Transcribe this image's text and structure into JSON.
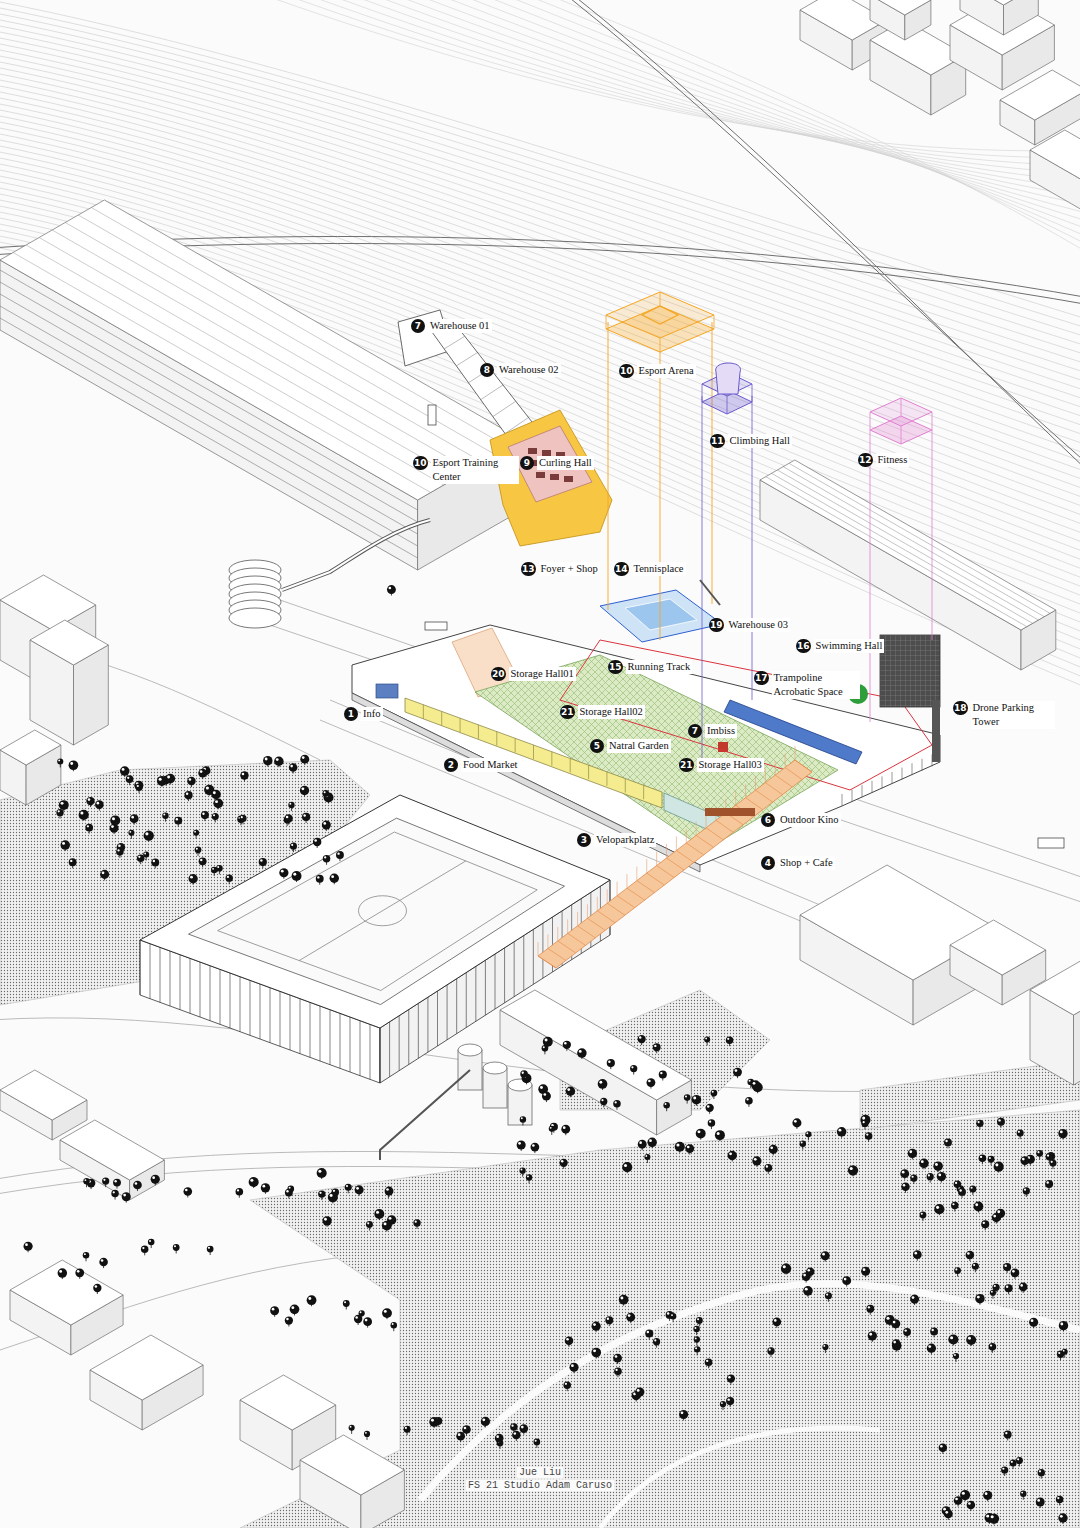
{
  "diagram": {
    "nodes": [
      {
        "text": [
          "7",
          "Warehouse 01"
        ]
      },
      {
        "text": [
          "8",
          "Warehouse 02"
        ]
      },
      {
        "text": [
          "10",
          "Esport Arena"
        ]
      },
      {
        "text": [
          "11",
          "Climbing Hall"
        ]
      },
      {
        "text": [
          "10",
          "Esport Training Center"
        ]
      },
      {
        "text": [
          "9",
          "Curling Hall"
        ]
      },
      {
        "text": [
          "12",
          "Fitness"
        ]
      },
      {
        "text": [
          "13",
          "Foyer + Shop"
        ]
      },
      {
        "text": [
          "14",
          "Tennisplace"
        ]
      },
      {
        "text": [
          "19",
          "Warehouse 03"
        ]
      },
      {
        "text": [
          "16",
          "Swimming Hall"
        ]
      },
      {
        "text": [
          "20",
          "Storage Hall01"
        ]
      },
      {
        "text": [
          "15",
          "Running Track"
        ]
      },
      {
        "text": [
          "17",
          "Trampoline Acrobatic Space"
        ]
      },
      {
        "text": [
          "18",
          "Drone Parking Tower"
        ]
      },
      {
        "text": [
          "1",
          "Info"
        ]
      },
      {
        "text": [
          "21",
          "Storage Hall02"
        ]
      },
      {
        "text": [
          "7",
          "Imbiss"
        ]
      },
      {
        "text": [
          "5",
          "Natral Garden"
        ]
      },
      {
        "text": [
          "21",
          "Storage Hall03"
        ]
      },
      {
        "text": [
          "2",
          "Food Market"
        ]
      },
      {
        "text": [
          "6",
          "Outdoor Kino"
        ]
      },
      {
        "text": [
          "3",
          "Veloparkplatz"
        ]
      },
      {
        "text": [
          "4",
          "Shop + Cafe"
        ]
      }
    ],
    "labels": [
      "Jue Liu",
      "FS 21 Studio Adam Caruso"
    ]
  }
}
